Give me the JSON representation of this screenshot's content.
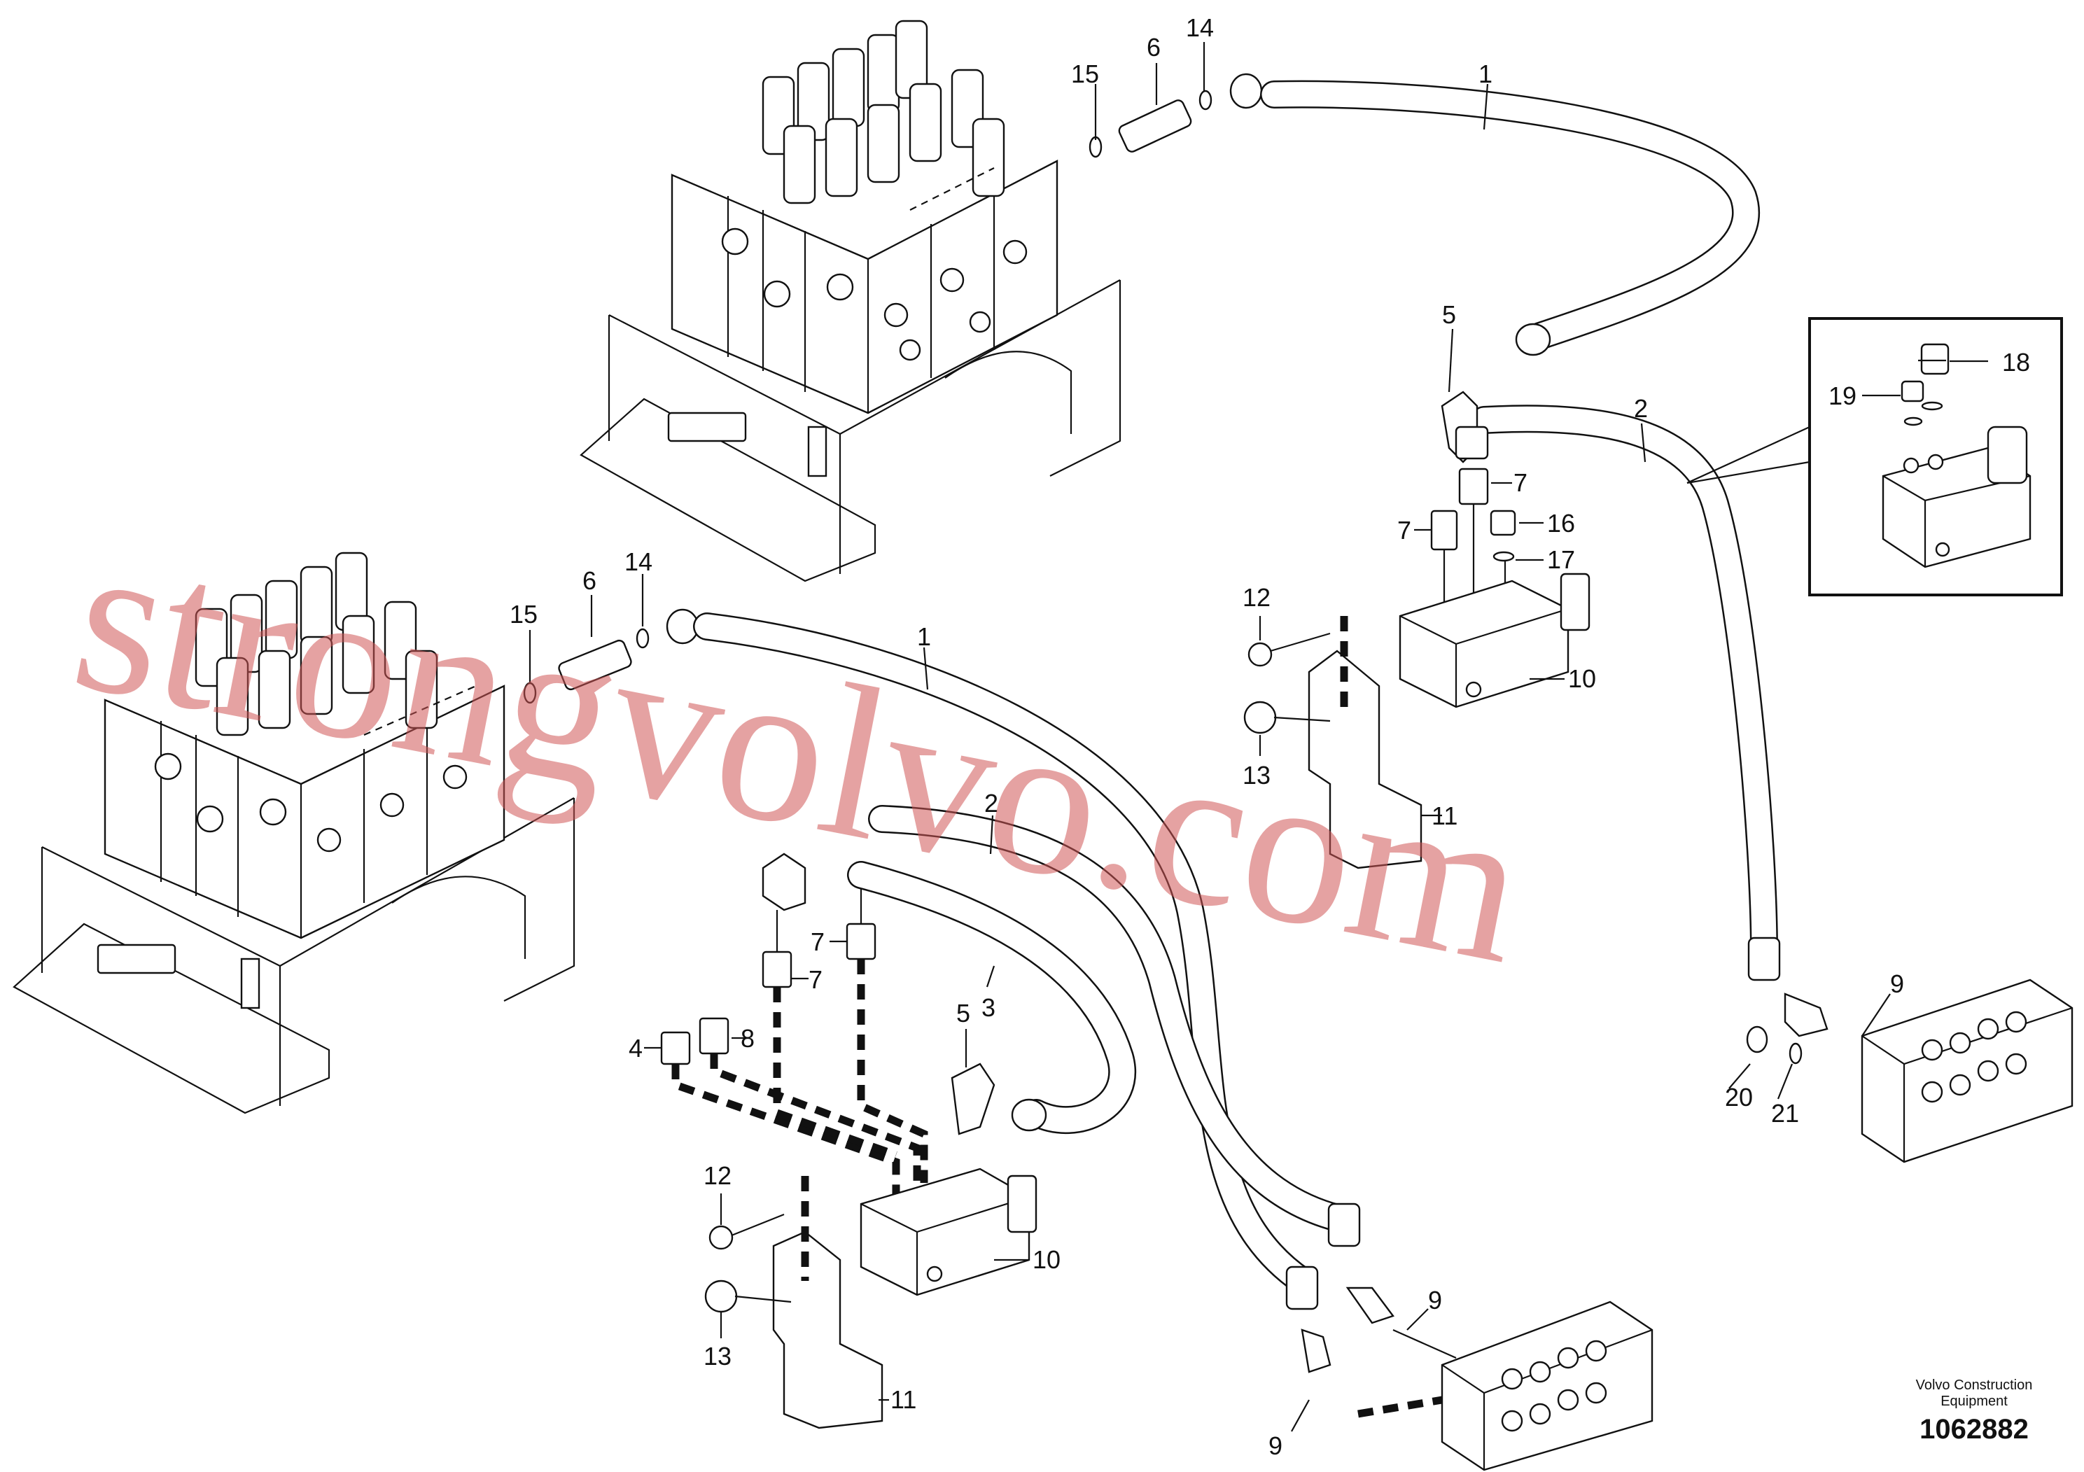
{
  "labels": {
    "p1": "1",
    "p2": "2",
    "p3": "3",
    "p4": "4",
    "p5": "5",
    "p6": "6",
    "p7": "7",
    "p8": "8",
    "p9": "9",
    "p10": "10",
    "p11": "11",
    "p12": "12",
    "p13": "13",
    "p14": "14",
    "p15": "15",
    "p16": "16",
    "p17": "17",
    "p18": "18",
    "p19": "19",
    "p20": "20",
    "p21": "21"
  },
  "watermark": "strongvolvo.com",
  "footer": {
    "brand_line1": "Volvo Construction",
    "brand_line2": "Equipment",
    "number": "1062882"
  }
}
